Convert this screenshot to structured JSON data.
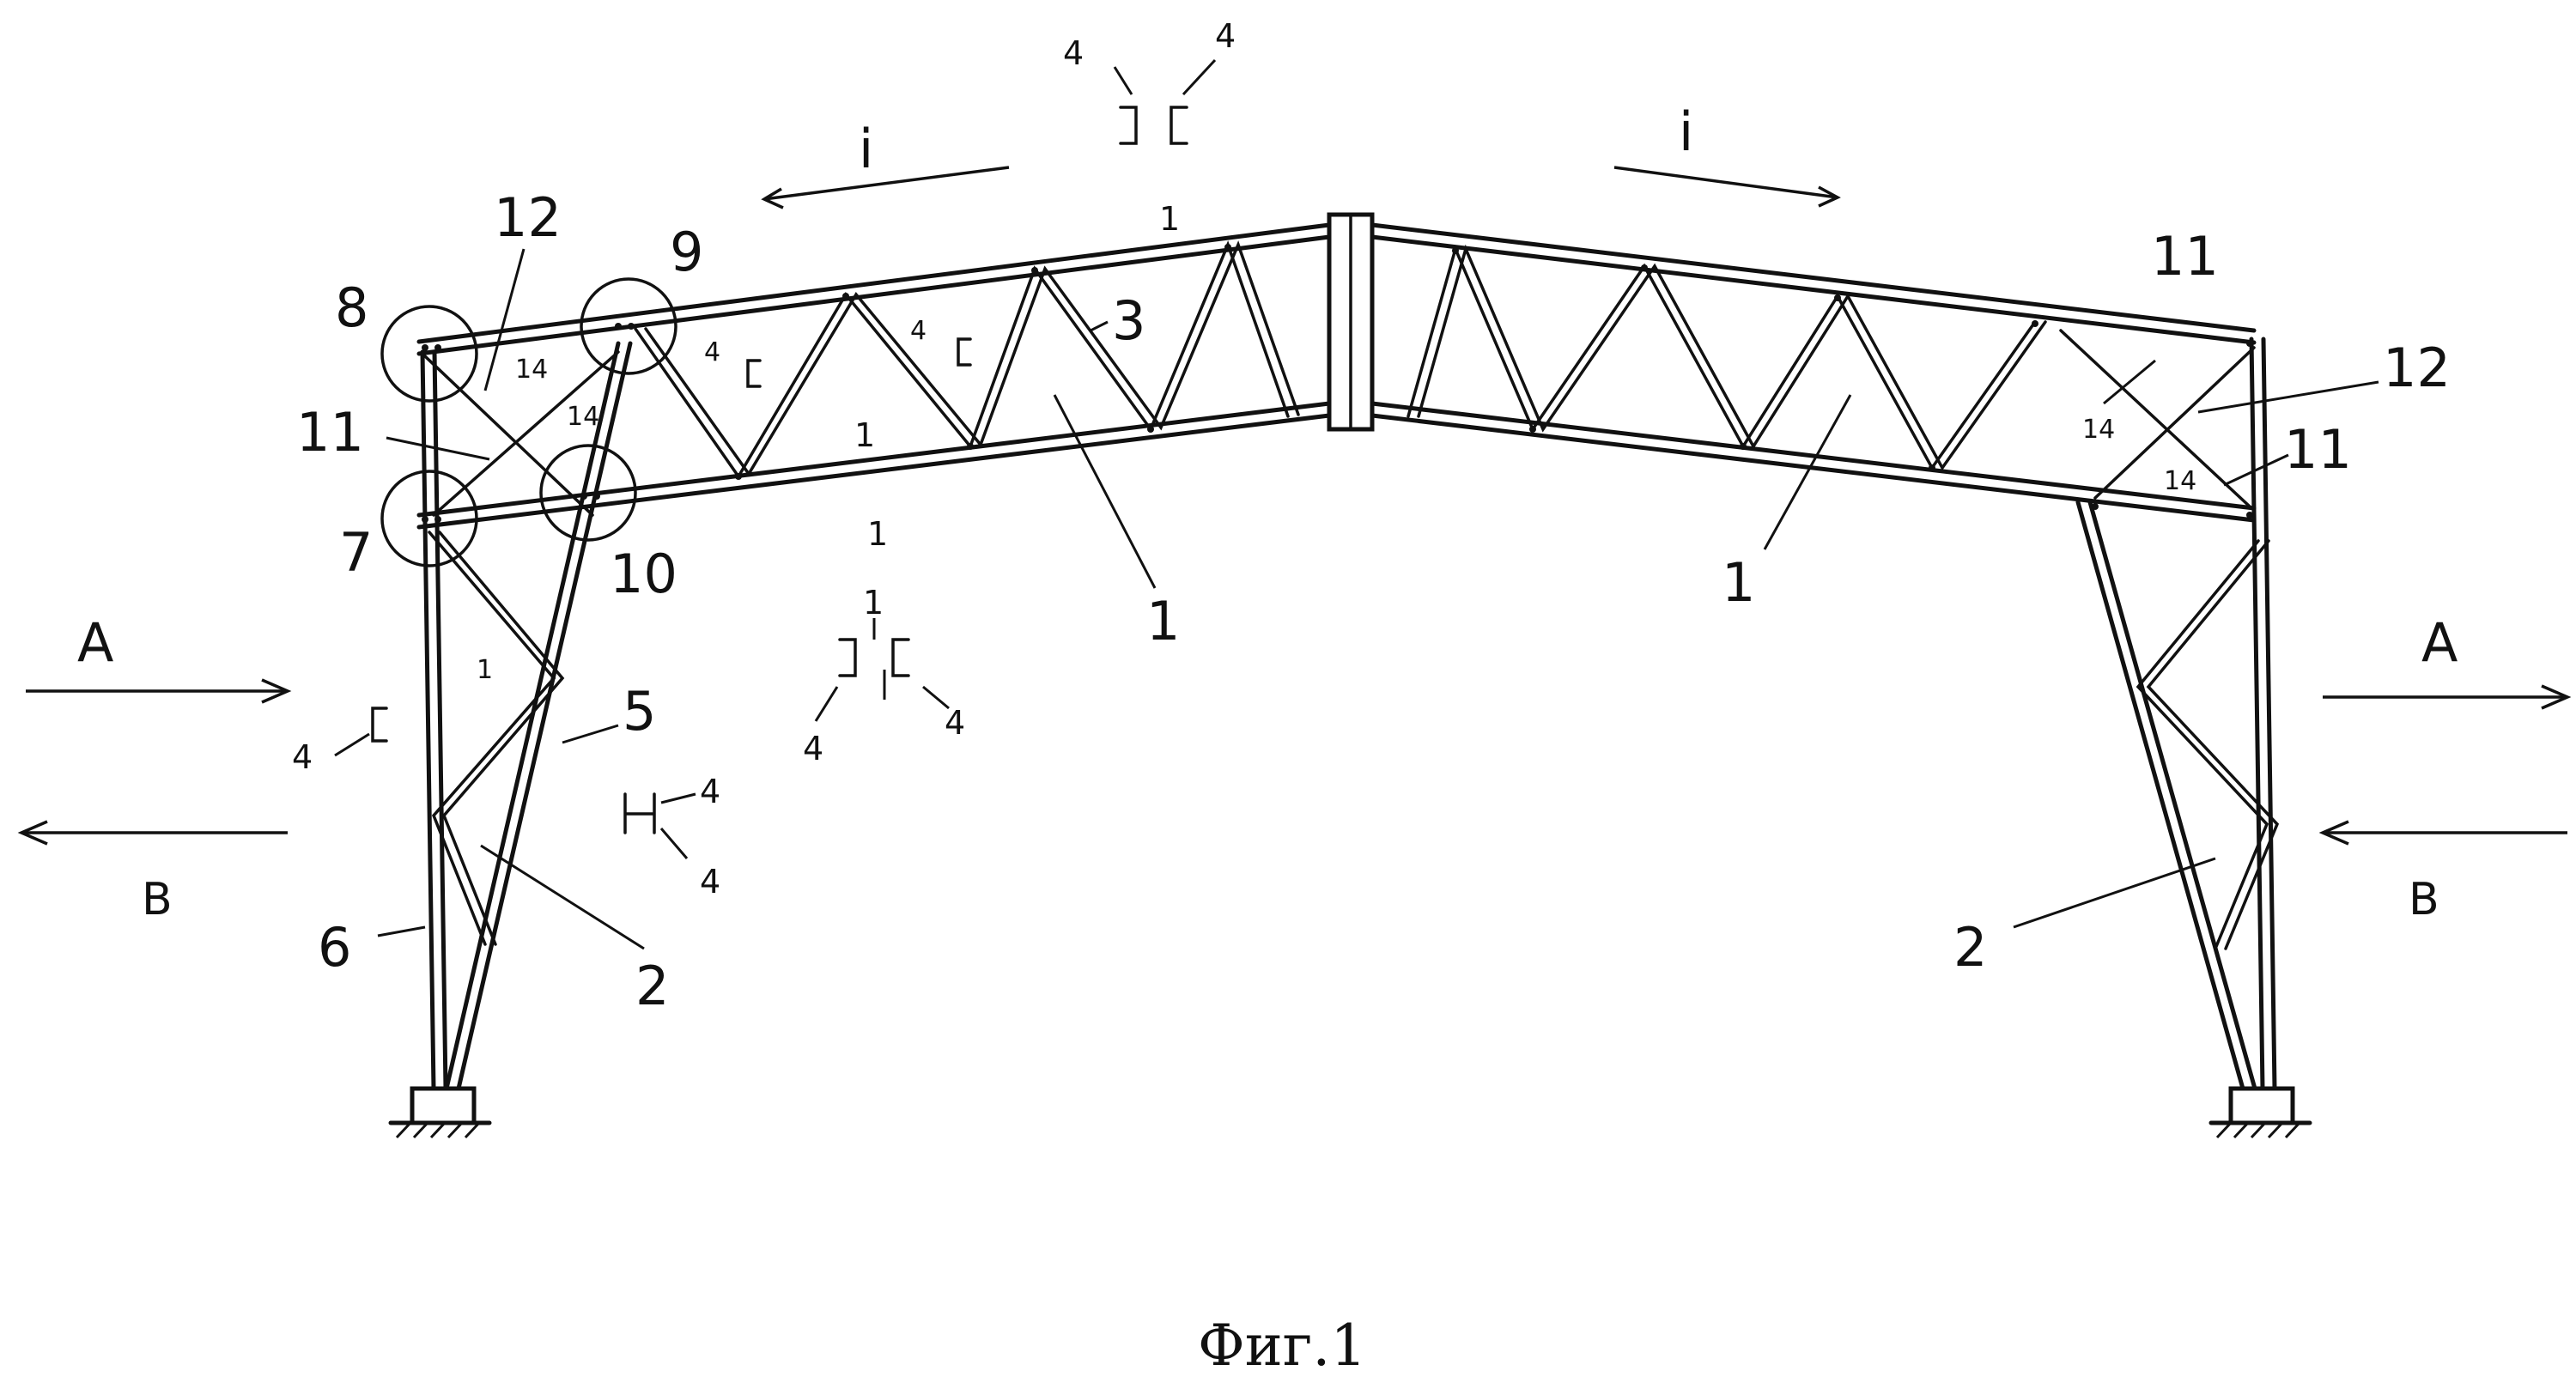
{
  "caption": "Фиг.1",
  "slope_marks": {
    "left": "i",
    "right": "i"
  },
  "view_arrows": {
    "left_a": "A",
    "left_b": "B",
    "right_a": "A",
    "right_b": "B"
  },
  "callouts": {
    "n1_ridge": "1",
    "n1_bottom_chord": "1",
    "n1_below_chord": "1",
    "n1_left_girder": "1",
    "n1_right_girder": "1",
    "n2_left_column": "2",
    "n2_right_column": "2",
    "n3_web": "3",
    "n5_column_chord": "5",
    "n6_column_chord": "6",
    "n7_node": "7",
    "n8_node": "8",
    "n9_node": "9",
    "n10_node": "10",
    "n11_left": "11",
    "n11_right_top": "11",
    "n11_right_bottom": "11",
    "n12_left": "12",
    "n12_right": "12",
    "n14_left_a": "14",
    "n14_left_b": "14",
    "n14_right_a": "14",
    "n14_right_b": "14",
    "profile_4_top_left": "4",
    "profile_4_top_right": "4",
    "profile_4_web_a": "4",
    "profile_4_web_b": "4",
    "profile_4_mid_left": "4",
    "profile_4_mid_right": "4",
    "profile_4_column_left": "4",
    "profile_4_column_h_top": "4",
    "profile_4_column_h_bottom": "4",
    "profile_1_mid": "1",
    "profile_1_col": "1"
  }
}
